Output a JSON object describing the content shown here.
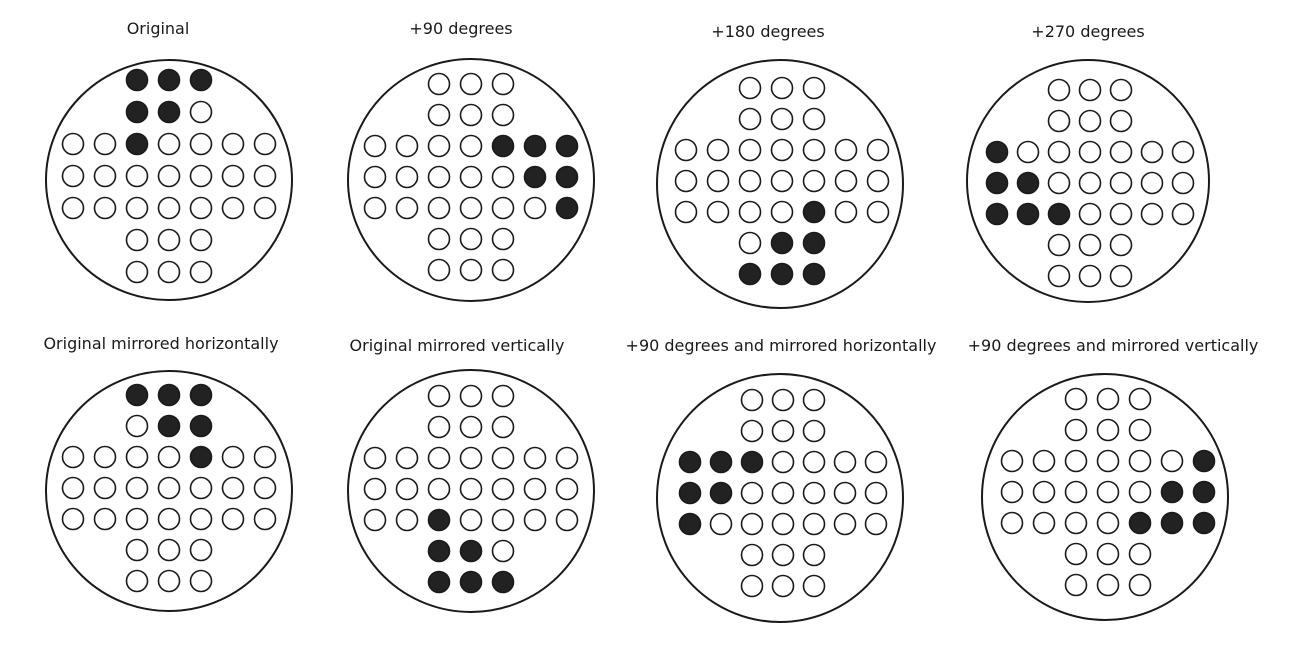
{
  "colors": {
    "filled": "#222222",
    "outline": "#1a1a1a",
    "background": "#ffffff"
  },
  "boards": [
    {
      "label": "Original",
      "filled": [
        [
          0,
          2
        ],
        [
          0,
          3
        ],
        [
          0,
          4
        ],
        [
          1,
          2
        ],
        [
          1,
          3
        ],
        [
          2,
          2
        ]
      ]
    },
    {
      "label": "+90 degrees",
      "filled": [
        [
          2,
          4
        ],
        [
          2,
          5
        ],
        [
          2,
          6
        ],
        [
          3,
          5
        ],
        [
          3,
          6
        ],
        [
          4,
          6
        ]
      ]
    },
    {
      "label": "+180 degrees",
      "filled": [
        [
          4,
          4
        ],
        [
          5,
          3
        ],
        [
          5,
          4
        ],
        [
          6,
          2
        ],
        [
          6,
          3
        ],
        [
          6,
          4
        ]
      ]
    },
    {
      "label": "+270 degrees",
      "filled": [
        [
          2,
          0
        ],
        [
          3,
          0
        ],
        [
          3,
          1
        ],
        [
          4,
          0
        ],
        [
          4,
          1
        ],
        [
          4,
          2
        ]
      ]
    },
    {
      "label": "Original mirrored horizontally",
      "filled": [
        [
          0,
          2
        ],
        [
          0,
          3
        ],
        [
          0,
          4
        ],
        [
          1,
          3
        ],
        [
          1,
          4
        ],
        [
          2,
          4
        ]
      ]
    },
    {
      "label": "Original mirrored vertically",
      "filled": [
        [
          4,
          2
        ],
        [
          5,
          2
        ],
        [
          5,
          3
        ],
        [
          6,
          2
        ],
        [
          6,
          3
        ],
        [
          6,
          4
        ]
      ]
    },
    {
      "label": "+90 degrees and mirrored horizontally",
      "filled": [
        [
          2,
          0
        ],
        [
          2,
          1
        ],
        [
          2,
          2
        ],
        [
          3,
          0
        ],
        [
          3,
          1
        ],
        [
          4,
          0
        ]
      ]
    },
    {
      "label": "+90 degrees and mirrored vertically",
      "filled": [
        [
          2,
          6
        ],
        [
          3,
          5
        ],
        [
          3,
          6
        ],
        [
          4,
          4
        ],
        [
          4,
          5
        ],
        [
          4,
          6
        ]
      ]
    }
  ]
}
